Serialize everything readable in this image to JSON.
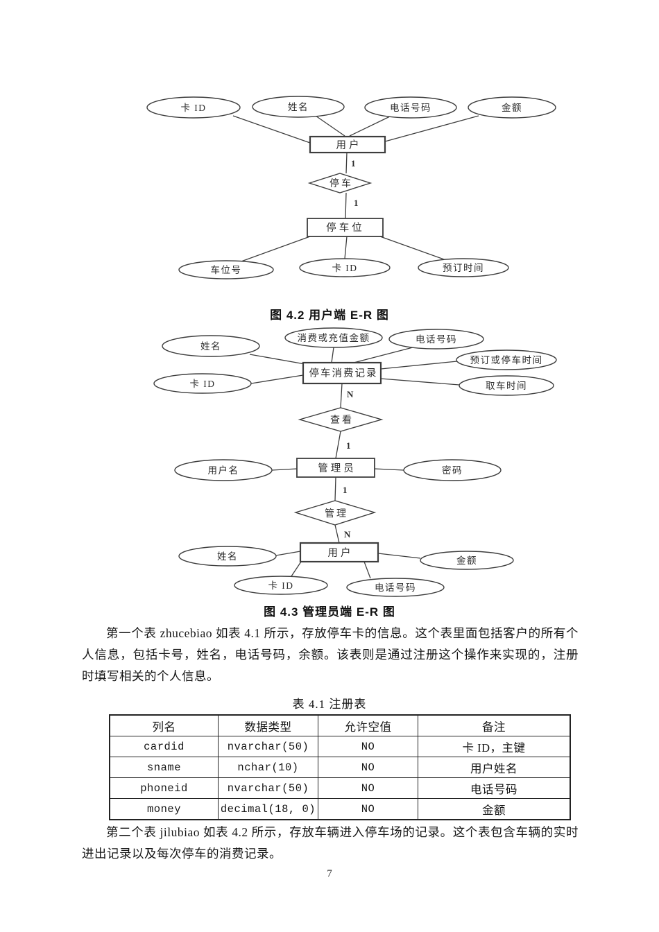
{
  "fig42": {
    "caption": "图 4.2 用户端 E-R 图",
    "user_entity": "用户",
    "park_relation": "停车",
    "spot_entity": "停车位",
    "attr_cardid": "卡 ID",
    "attr_name": "姓名",
    "attr_phone": "电话号码",
    "attr_money": "金额",
    "attr_spotno": "车位号",
    "attr_cardid2": "卡 ID",
    "attr_booktime": "预订时间",
    "card_user_park": "1",
    "card_park_spot": "1"
  },
  "fig43": {
    "caption": "图 4.3 管理员端 E-R 图",
    "record_entity": "停车消费记录",
    "view_relation": "查看",
    "admin_entity": "管理员",
    "manage_relation": "管理",
    "user_entity": "用户",
    "attr_name": "姓名",
    "attr_amount": "消费或充值金额",
    "attr_phone": "电话号码",
    "attr_booktime": "预订或停车时间",
    "attr_cardid": "卡 ID",
    "attr_gettime": "取车时间",
    "attr_username": "用户名",
    "attr_password": "密码",
    "attr_name2": "姓名",
    "attr_money": "金额",
    "attr_cardid2": "卡 ID",
    "attr_phone2": "电话号码",
    "card_record_view": "N",
    "card_view_admin": "1",
    "card_admin_manage": "1",
    "card_manage_user": "N"
  },
  "paragraphs": {
    "p1": "第一个表 zhucebiao 如表 4.1 所示，存放停车卡的信息。这个表里面包括客户的所有个人信息，包括卡号，姓名，电话号码，余额。该表则是通过注册这个操作来实现的，注册时填写相关的个人信息。",
    "p2": "第二个表 jilubiao 如表 4.2 所示，存放车辆进入停车场的记录。这个表包含车辆的实时进出记录以及每次停车的消费记录。"
  },
  "table41": {
    "caption": "表 4.1 注册表",
    "headers": [
      "列名",
      "数据类型",
      "允许空值",
      "备注"
    ],
    "rows": [
      [
        "cardid",
        "nvarchar(50)",
        "NO",
        "卡 ID，主键"
      ],
      [
        "sname",
        "nchar(10)",
        "NO",
        "用户姓名"
      ],
      [
        "phoneid",
        "nvarchar(50)",
        "NO",
        "电话号码"
      ],
      [
        "money",
        "decimal(18, 0)",
        "NO",
        "金额"
      ]
    ]
  },
  "page_number": "7"
}
